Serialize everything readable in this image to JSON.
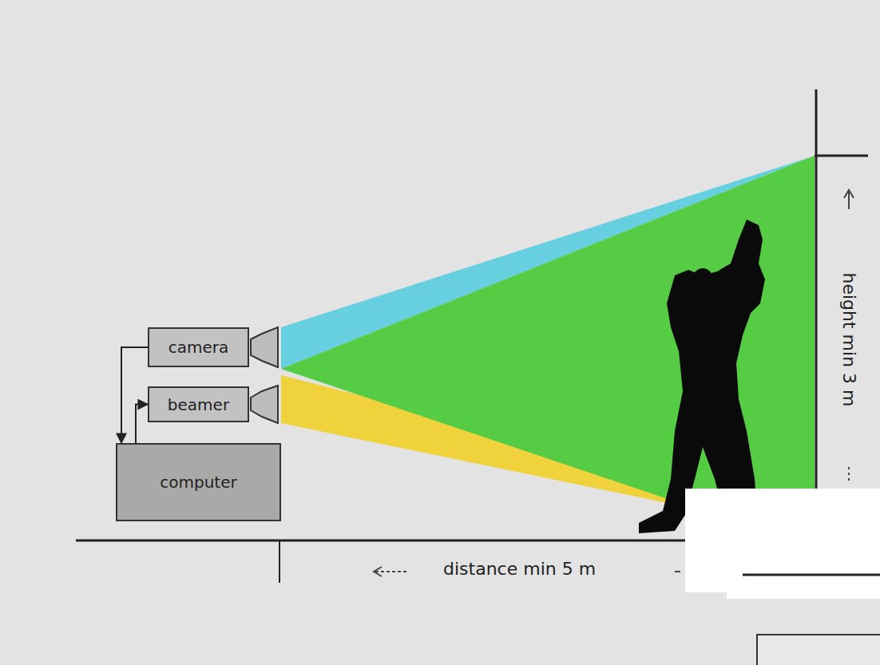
{
  "diagram": {
    "nodes": [
      {
        "text": [
          "camera"
        ]
      },
      {
        "text": [
          "beamer"
        ]
      },
      {
        "text": [
          "computer"
        ]
      }
    ],
    "edges": [
      {
        "from": 0,
        "to": 2,
        "arrow": "to"
      },
      {
        "from": 2,
        "to": 1,
        "arrow": "to"
      }
    ],
    "labels": [
      "distance min 5 m",
      "height min 3 m"
    ]
  }
}
